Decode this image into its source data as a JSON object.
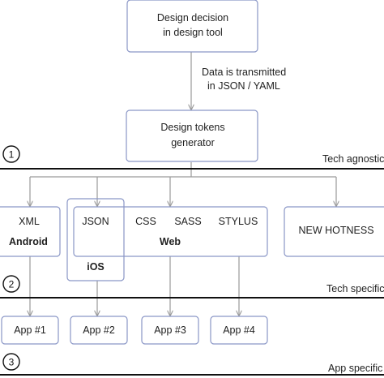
{
  "nodes": {
    "design_decision": [
      "Design decision",
      "in design tool"
    ],
    "transmit_note": [
      "Data is transmitted",
      "in JSON / YAML"
    ],
    "tokens_generator": [
      "Design tokens",
      "generator"
    ],
    "android": {
      "format": "XML",
      "platform": "Android"
    },
    "ios": {
      "format": "JSON",
      "platform": "iOS"
    },
    "web": {
      "formats": [
        "CSS",
        "SASS",
        "STYLUS"
      ],
      "platform": "Web"
    },
    "new_hotness": "NEW HOTNESS",
    "apps": [
      "App #1",
      "App #2",
      "App #3",
      "App #4"
    ]
  },
  "layers": [
    {
      "number": "1",
      "label": "Tech agnostic"
    },
    {
      "number": "2",
      "label": "Tech specific"
    },
    {
      "number": "3",
      "label": "App specific"
    }
  ]
}
